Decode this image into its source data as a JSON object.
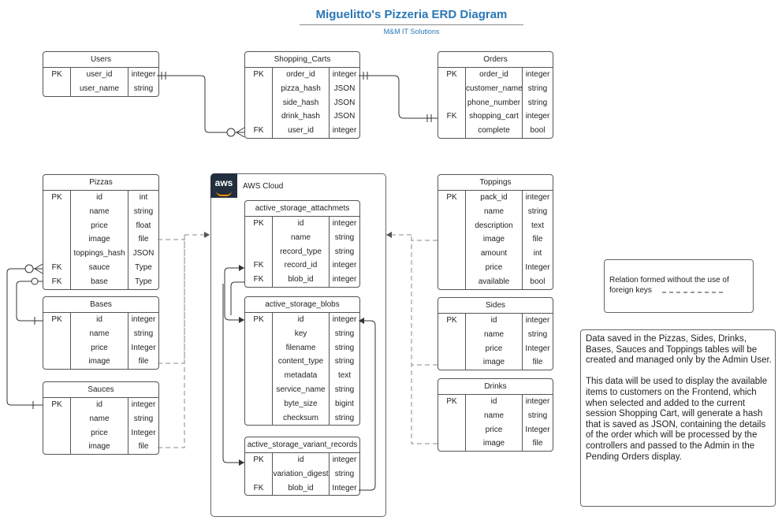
{
  "title": "Miguelitto's Pizzeria ERD Diagram",
  "subtitle": "M&M IT Solutions",
  "cloud_label": "AWS Cloud",
  "aws_logo_text": "aws",
  "legend_text": "Relation  formed without the use of foreign keys",
  "note_paragraphs": [
    "Data saved in the Pizzas, Sides, Drinks, Bases, Sauces and Toppings tables will be created and managed only by the Admin User.",
    "This data will be used to display the available items to customers on the Frontend, which when selected and added to the current session Shopping Cart, will generate a hash that is saved as JSON, containing the details of the order which will be processed by the controllers and passed to the Admin in the Pending Orders display."
  ],
  "colors": {
    "title": "#2a77b5",
    "aws_bg": "#232f3e",
    "aws_accent": "#f29100"
  },
  "entities": [
    {
      "name": "Users",
      "rows": [
        [
          "PK",
          "user_id",
          "integer"
        ],
        [
          "",
          "user_name",
          "string"
        ]
      ]
    },
    {
      "name": "Shopping_Carts",
      "rows": [
        [
          "PK",
          "order_id",
          "integer"
        ],
        [
          "",
          "pizza_hash",
          "JSON"
        ],
        [
          "",
          "side_hash",
          "JSON"
        ],
        [
          "",
          "drink_hash",
          "JSON"
        ],
        [
          "FK",
          "user_id",
          "integer"
        ]
      ]
    },
    {
      "name": "Orders",
      "rows": [
        [
          "PK",
          "order_id",
          "integer"
        ],
        [
          "",
          "customer_name",
          "string"
        ],
        [
          "",
          "phone_number",
          "string"
        ],
        [
          "FK",
          "shopping_cart",
          "integer"
        ],
        [
          "",
          "complete",
          "bool"
        ]
      ]
    },
    {
      "name": "Pizzas",
      "rows": [
        [
          "PK",
          "id",
          "int"
        ],
        [
          "",
          "name",
          "string"
        ],
        [
          "",
          "price",
          "float"
        ],
        [
          "",
          "image",
          "file"
        ],
        [
          "",
          "toppings_hash",
          "JSON"
        ],
        [
          "FK",
          "sauce",
          "Type"
        ],
        [
          "FK",
          "base",
          "Type"
        ]
      ]
    },
    {
      "name": "Bases",
      "rows": [
        [
          "PK",
          "id",
          "integer"
        ],
        [
          "",
          "name",
          "string"
        ],
        [
          "",
          "price",
          "Integer"
        ],
        [
          "",
          "image",
          "file"
        ]
      ]
    },
    {
      "name": "Sauces",
      "rows": [
        [
          "PK",
          "id",
          "integer"
        ],
        [
          "",
          "name",
          "string"
        ],
        [
          "",
          "price",
          "Integer"
        ],
        [
          "",
          "image",
          "file"
        ]
      ]
    },
    {
      "name": "active_storage_attachmets",
      "rows": [
        [
          "PK",
          "id",
          "integer"
        ],
        [
          "",
          "name",
          "string"
        ],
        [
          "",
          "record_type",
          "string"
        ],
        [
          "FK",
          "record_id",
          "integer"
        ],
        [
          "FK",
          "blob_id",
          "integer"
        ]
      ]
    },
    {
      "name": "active_storage_blobs",
      "rows": [
        [
          "PK",
          "id",
          "integer"
        ],
        [
          "",
          "key",
          "string"
        ],
        [
          "",
          "filename",
          "string"
        ],
        [
          "",
          "content_type",
          "string"
        ],
        [
          "",
          "metadata",
          "text"
        ],
        [
          "",
          "service_name",
          "string"
        ],
        [
          "",
          "byte_size",
          "bigint"
        ],
        [
          "",
          "checksum",
          "string"
        ]
      ]
    },
    {
      "name": "active_storage_variant_records",
      "rows": [
        [
          "PK",
          "id",
          "integer"
        ],
        [
          "",
          "variation_digest",
          "string"
        ],
        [
          "FK",
          "blob_id",
          "Integer"
        ]
      ]
    },
    {
      "name": "Toppings",
      "rows": [
        [
          "PK",
          "pack_id",
          "integer"
        ],
        [
          "",
          "name",
          "string"
        ],
        [
          "",
          "description",
          "text"
        ],
        [
          "",
          "image",
          "file"
        ],
        [
          "",
          "amount",
          "int"
        ],
        [
          "",
          "price",
          "Integer"
        ],
        [
          "",
          "available",
          "bool"
        ]
      ]
    },
    {
      "name": "Sides",
      "rows": [
        [
          "PK",
          "id",
          "integer"
        ],
        [
          "",
          "name",
          "string"
        ],
        [
          "",
          "price",
          "Integer"
        ],
        [
          "",
          "image",
          "file"
        ]
      ]
    },
    {
      "name": "Drinks",
      "rows": [
        [
          "PK",
          "id",
          "integer"
        ],
        [
          "",
          "name",
          "string"
        ],
        [
          "",
          "price",
          "Integer"
        ],
        [
          "",
          "image",
          "file"
        ]
      ]
    }
  ]
}
